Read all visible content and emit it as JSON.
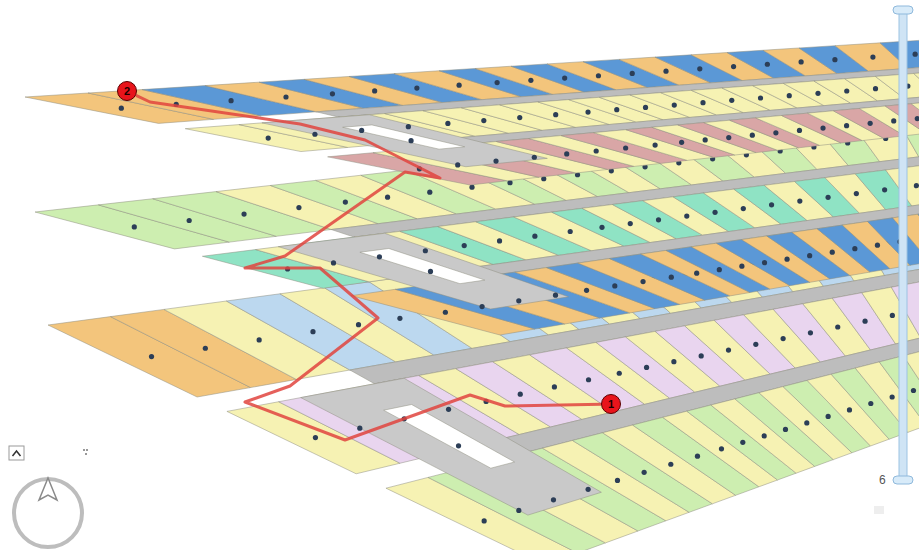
{
  "diagram": {
    "nodes": [
      {
        "text": [
          "2"
        ]
      },
      {
        "text": [
          "1"
        ]
      }
    ],
    "edges": [
      {
        "from": 1,
        "to": 0,
        "arrow": "none"
      }
    ],
    "labels": [
      "6"
    ]
  }
}
